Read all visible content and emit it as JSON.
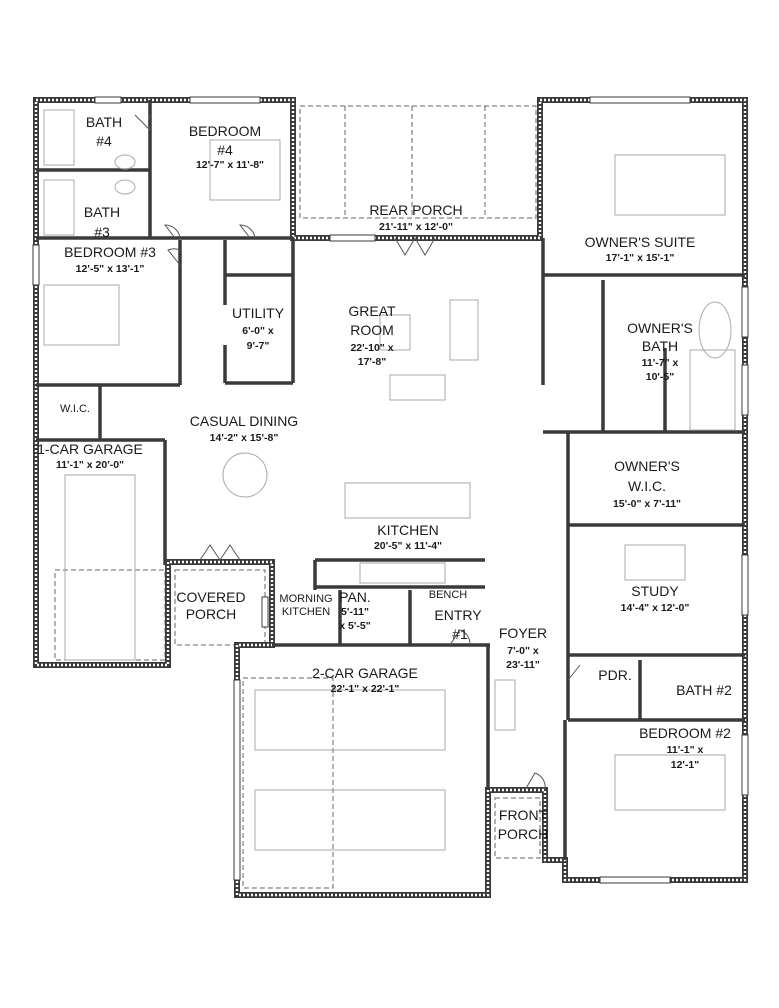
{
  "plan": {
    "colors": {
      "wall": "#3a3a3a",
      "furniture": "#aaaaaa",
      "background": "#ffffff"
    },
    "rooms": {
      "bath4": {
        "name": "BATH",
        "number": "#4"
      },
      "bedroom4": {
        "name": "BEDROOM",
        "number": "#4",
        "size": "12'-7\" x 11'-8\""
      },
      "bath3": {
        "name": "BATH",
        "number": "#3"
      },
      "bedroom3": {
        "name": "BEDROOM #3",
        "size": "12'-5\" x 13'-1\""
      },
      "wic": {
        "name": "W.I.C."
      },
      "garage1": {
        "name": "1-CAR GARAGE",
        "size": "11'-1\" x 20'-0\""
      },
      "utility": {
        "name": "UTILITY",
        "size_line1": "6'-0\" x",
        "size_line2": "9'-7\""
      },
      "rear_porch": {
        "name": "REAR PORCH",
        "size": "21'-11\" x 12'-0\""
      },
      "great_room": {
        "name_line1": "GREAT",
        "name_line2": "ROOM",
        "size_line1": "22'-10\" x",
        "size_line2": "17'-8\""
      },
      "owners_suite": {
        "name": "OWNER'S SUITE",
        "size": "17'-1\" x 15'-1\""
      },
      "owners_bath": {
        "name_line1": "OWNER'S",
        "name_line2": "BATH",
        "size_line1": "11'-7\" x",
        "size_line2": "10'-5\""
      },
      "owners_wic": {
        "name_line1": "OWNER'S",
        "name_line2": "W.I.C.",
        "size": "15'-0\" x 7'-11\""
      },
      "casual_dining": {
        "name": "CASUAL DINING",
        "size": "14'-2\" x 15'-8\""
      },
      "kitchen": {
        "name": "KITCHEN",
        "size": "20'-5\" x 11'-4\""
      },
      "covered_porch": {
        "name_line1": "COVERED",
        "name_line2": "PORCH"
      },
      "morning_kitchen": {
        "name_line1": "MORNING",
        "name_line2": "KITCHEN"
      },
      "pantry": {
        "name": "PAN.",
        "size_line1": "5'-11\"",
        "size_line2": "x 5'-5\""
      },
      "bench": {
        "name": "BENCH"
      },
      "entry": {
        "name": "ENTRY",
        "number": "#1"
      },
      "foyer": {
        "name": "FOYER",
        "size_line1": "7'-0\" x",
        "size_line2": "23'-11\""
      },
      "study": {
        "name": "STUDY",
        "size": "14'-4\" x 12'-0\""
      },
      "powder": {
        "name": "PDR."
      },
      "bath2": {
        "name": "BATH #2"
      },
      "bedroom2": {
        "name": "BEDROOM #2",
        "size_line1": "11'-1\" x",
        "size_line2": "12'-1\""
      },
      "garage2": {
        "name": "2-CAR GARAGE",
        "size": "22'-1\" x 22'-1\""
      },
      "front_porch": {
        "name_line1": "FRONT",
        "name_line2": "PORCH"
      }
    }
  }
}
